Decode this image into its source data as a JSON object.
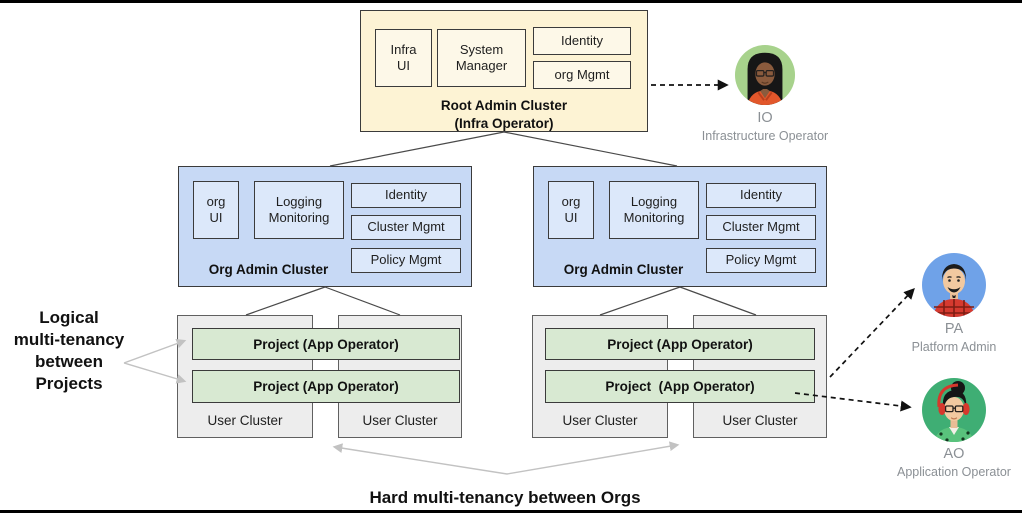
{
  "colors": {
    "root_cluster_fill": "#fdf3d4",
    "root_inner_fill": "#fdf8e8",
    "org_cluster_fill": "#c7d9f5",
    "org_inner_fill": "#dce8fa",
    "project_fill": "#d8e9d2",
    "user_cluster_fill": "#ededed",
    "box_border": "#3b3b3b",
    "gray_arrow": "#c2c2c2",
    "io_avatar_bg": "#a7d28c",
    "pa_avatar_bg": "#6fa2e8",
    "ao_avatar_bg": "#3fae74",
    "persona_text": "#8b9095"
  },
  "root_cluster": {
    "infra_ui": "Infra\nUI",
    "system_manager": "System\nManager",
    "identity": "Identity",
    "org_mgmt": "org Mgmt",
    "title": "Root Admin Cluster",
    "subtitle": "(Infra Operator)"
  },
  "org_cluster": {
    "org_ui": "org\nUI",
    "logging_monitoring": "Logging\nMonitoring",
    "identity": "Identity",
    "cluster_mgmt": "Cluster Mgmt",
    "policy_mgmt": "Policy Mgmt",
    "title": "Org Admin Cluster"
  },
  "projects": [
    "Project (App Operator)",
    "Project (App Operator)",
    "Project (App Operator)",
    "Project  (App Operator)"
  ],
  "user_cluster_label": "User Cluster",
  "annotations": {
    "left": "Logical\nmulti-tenancy\nbetween\nProjects",
    "bottom": "Hard multi-tenancy between Orgs"
  },
  "personas": {
    "io": {
      "abbr": "IO",
      "role": "Infrastructure Operator"
    },
    "pa": {
      "abbr": "PA",
      "role": "Platform Admin"
    },
    "ao": {
      "abbr": "AO",
      "role": "Application Operator"
    }
  }
}
